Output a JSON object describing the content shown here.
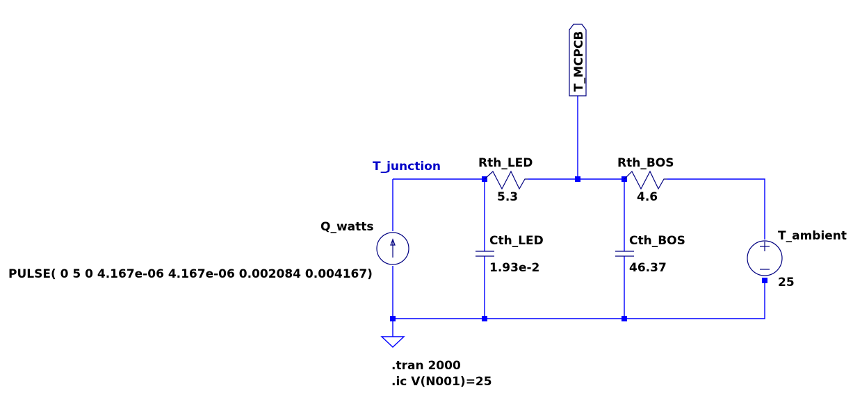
{
  "schematic": {
    "net_labels": {
      "t_junction": "T_junction",
      "t_mcpcb": "T_MCPCB"
    },
    "components": {
      "q_watts": {
        "name": "Q_watts",
        "value": "PULSE( 0 5 0 4.167e-06 4.167e-06 0.002084 0.004167)",
        "type": "current-source"
      },
      "rth_led": {
        "name": "Rth_LED",
        "value": "5.3",
        "type": "resistor"
      },
      "rth_bos": {
        "name": "Rth_BOS",
        "value": "4.6",
        "type": "resistor"
      },
      "cth_led": {
        "name": "Cth_LED",
        "value": "1.93e-2",
        "type": "capacitor"
      },
      "cth_bos": {
        "name": "Cth_BOS",
        "value": "46.37",
        "type": "capacitor"
      },
      "t_ambient": {
        "name": "T_ambient",
        "value": "25",
        "type": "voltage-source"
      }
    },
    "directives": {
      "tran": ".tran 2000",
      "ic": ".ic V(N001)=25"
    },
    "colors": {
      "wire": "#0000ff",
      "symbol": "#000080",
      "net_label": "#0000c8",
      "text": "#000000"
    }
  }
}
